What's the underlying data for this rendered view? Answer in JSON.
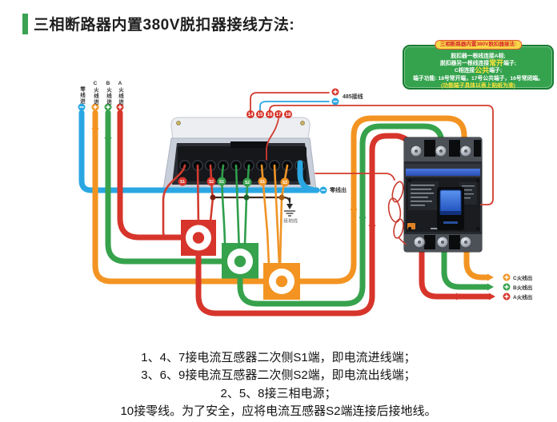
{
  "title": "三相断路器内置380V脱扣器接线方法:",
  "note_box": {
    "header": "三相断路器内置380V脱扣器接法:",
    "line1": "脱扣器一根线连接A相;",
    "line2_pre": "脱扣器另一根线连接",
    "line2_highlight": "常开",
    "line2_post": "端子;",
    "line3_pre": "C相连接",
    "line3_highlight": "公共",
    "line3_post": "端子;",
    "line4": "端子功能: 18号常开端，17号公共端子，16号常闭端。",
    "line5": "(功能端子具体以表上贴纸为准)"
  },
  "input_labels": {
    "neutral": "零线进",
    "phase_c": "C火线进",
    "phase_b": "B火线进",
    "phase_a": "A火线进"
  },
  "output_labels": {
    "neutral": "零线出",
    "phase_c": "C火线出",
    "phase_b": "B火线出",
    "phase_a": "A火线出"
  },
  "wire_labels": {
    "rs485": "485接线",
    "ground": "接地线"
  },
  "meter_terminals": [
    "14",
    "15",
    "16",
    "17",
    "18"
  ],
  "ct_terminals": {
    "s1": "S1",
    "s2": "S2"
  },
  "instructions": [
    "1、4、7接电流互感器二次侧S1端，即电流进线端；",
    "3、6、9接电流互感器二次侧S2端，即电流出线端；",
    "2、5、8接三相电源；",
    "10接零线。为了安全，应将电流互感器S2端连接后接地线。"
  ],
  "colors": {
    "phase_a_red": "#d7352b",
    "phase_b_green": "#37a24c",
    "phase_c_orange": "#f39422",
    "neutral_blue": "#2aa7e3",
    "note_green": "#35a34e",
    "note_border_green": "#187a32",
    "highlight_yellow": "#ffe43c",
    "header_pill_yellow": "#f8d648",
    "header_pill_text_red": "#d7262c",
    "title_accent_green": "#3aa252"
  }
}
